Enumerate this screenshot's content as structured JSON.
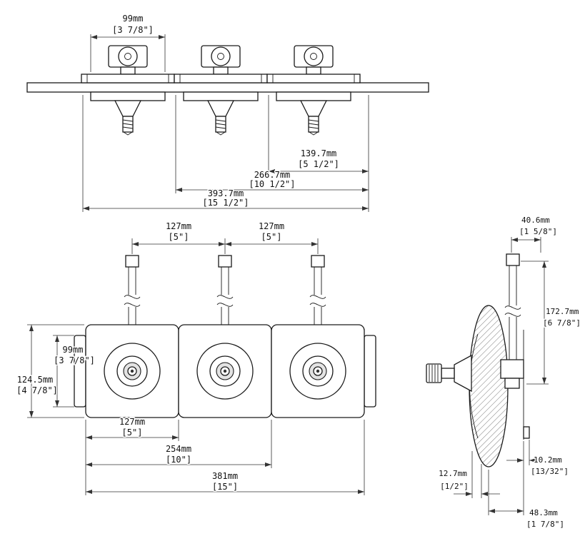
{
  "title": "Three-handle valve trim dimensional drawing",
  "colors": {
    "line": "#1a1a1a",
    "dimension": "#333333",
    "background": "#ffffff"
  },
  "top_view": {
    "w99": {
      "mm": "99mm",
      "inch": "[3 7/8\"]"
    },
    "w139": {
      "mm": "139.7mm",
      "inch": "[5 1/2\"]"
    },
    "w266": {
      "mm": "266.7mm",
      "inch": "[10 1/2\"]"
    },
    "w393": {
      "mm": "393.7mm",
      "inch": "[15 1/2\"]"
    }
  },
  "front_view": {
    "s127a": {
      "mm": "127mm",
      "inch": "[5\"]"
    },
    "s127b": {
      "mm": "127mm",
      "inch": "[5\"]"
    },
    "h99": {
      "mm": "99mm",
      "inch": "[3 7/8\"]"
    },
    "h124": {
      "mm": "124.5mm",
      "inch": "[4 7/8\"]"
    },
    "w127": {
      "mm": "127mm",
      "inch": "[5\"]"
    },
    "w254": {
      "mm": "254mm",
      "inch": "[10\"]"
    },
    "w381": {
      "mm": "381mm",
      "inch": "[15\"]"
    }
  },
  "side_view": {
    "w40": {
      "mm": "40.6mm",
      "inch": "[1 5/8\"]"
    },
    "h172": {
      "mm": "172.7mm",
      "inch": "[6 7/8\"]"
    },
    "d10": {
      "mm": "10.2mm",
      "inch": "[13/32\"]"
    },
    "d12": {
      "mm": "12.7mm",
      "inch": "[1/2\"]"
    },
    "d48": {
      "mm": "48.3mm",
      "inch": "[1 7/8\"]"
    }
  }
}
